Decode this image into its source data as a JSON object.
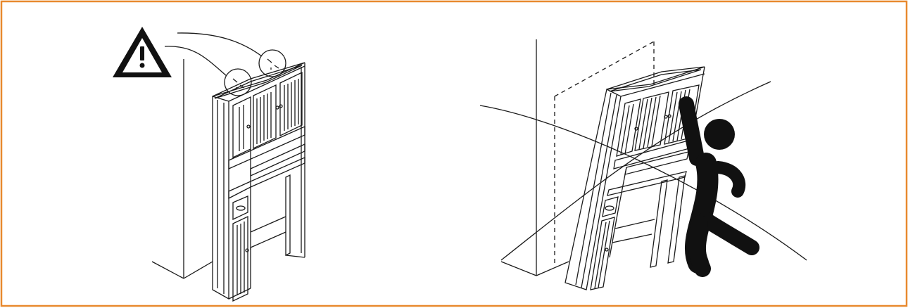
{
  "diagram": {
    "frame_color": "#E8892E",
    "line_color": "#1a1a1a",
    "fill_color": "#111111",
    "panels": [
      {
        "name": "left-panel",
        "description_icons": [
          "warning-icon",
          "magnifier-callout-icon",
          "magnifier-callout-icon"
        ],
        "subject": "cabinet-anchored-to-wall"
      },
      {
        "name": "right-panel",
        "description_icons": [
          "person-icon"
        ],
        "subject": "cabinet-tipping-over"
      }
    ]
  }
}
